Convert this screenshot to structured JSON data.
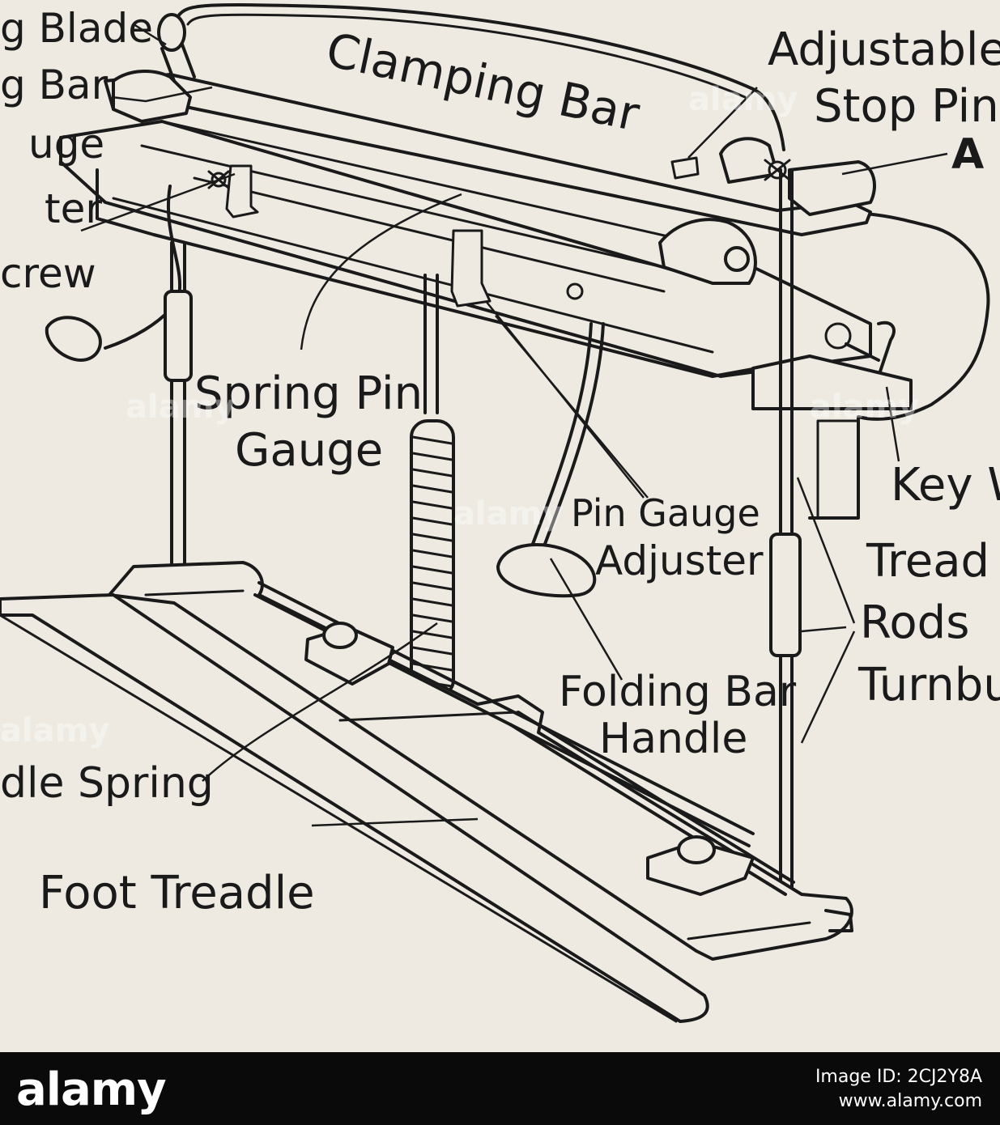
{
  "labels": {
    "blade": "g Blade",
    "bar_left": "g Bar",
    "gauge_left": "uge",
    "adjuster_left": "ter",
    "screw_left": "crew",
    "clamping_bar": "Clamping Bar",
    "adjustable": "Adjustable",
    "stop_pin": "Stop Pin",
    "point_a": "A",
    "spring_pin": "Spring Pin",
    "gauge": "Gauge",
    "pin_gauge": "Pin Gauge",
    "adjuster": "Adjuster",
    "key_w": "Key W",
    "tread": "Tread",
    "rods": "Rods",
    "turnbu": "Turnbu",
    "folding_bar": "Folding Bar",
    "handle": "Handle",
    "dle_spring": "dle Spring",
    "foot_treadle": "Foot Treadle"
  },
  "watermark": "alamy",
  "footer": {
    "logo": "alamy",
    "image_id": "Image ID: 2CJ2Y8A",
    "site": "www.alamy.com"
  }
}
